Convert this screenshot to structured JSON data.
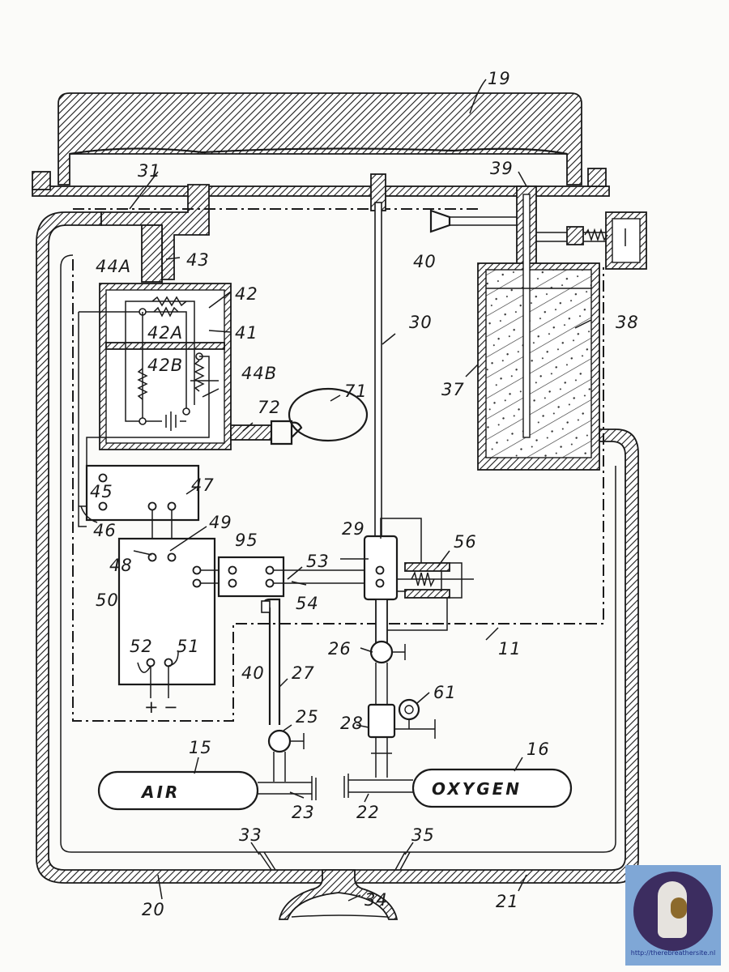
{
  "labels": {
    "l19": "19",
    "l31": "31",
    "l39": "39",
    "l40a": "40",
    "l43": "43",
    "l44a": "44A",
    "l42": "42",
    "l41": "41",
    "l42a": "42A",
    "l42b": "42B",
    "l44b": "44B",
    "l30": "30",
    "l38": "38",
    "l37": "37",
    "l71": "71",
    "l72": "72",
    "l47": "47",
    "l45": "45",
    "l46": "46",
    "l49": "49",
    "l48": "48",
    "l95": "95",
    "l53": "53",
    "l54": "54",
    "l29": "29",
    "l56": "56",
    "l50": "50",
    "l11": "11",
    "l26": "26",
    "l61": "61",
    "l52": "52",
    "l51": "51",
    "l40b": "40",
    "l27": "27",
    "l25": "25",
    "l28": "28",
    "l15": "15",
    "l16": "16",
    "l23": "23",
    "l22": "22",
    "l33": "33",
    "l35": "35",
    "l20": "20",
    "l34": "34",
    "l21": "21",
    "plus": "+",
    "minus": "−"
  },
  "tanks": {
    "air": "AIR",
    "oxygen": "OXYGEN"
  },
  "watermark": {
    "url": "http://therebreathersite.nl"
  }
}
